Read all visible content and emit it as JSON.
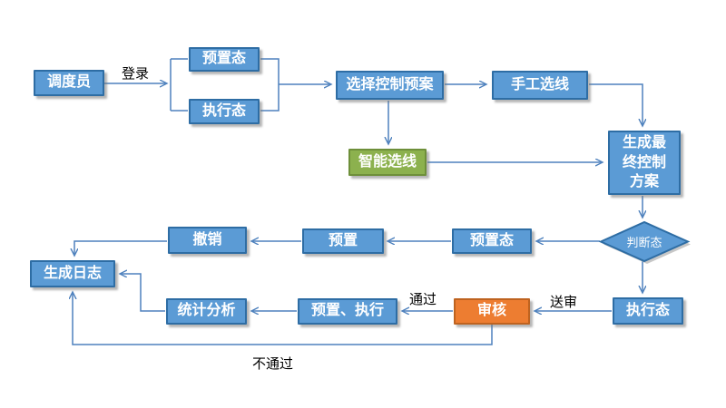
{
  "diagram": {
    "background": "#ffffff",
    "colors": {
      "node_fill": "#5B9BD5",
      "node_border": "#2E6DA4",
      "green_fill": "#8CB14E",
      "green_border": "#6E8F3A",
      "orange_fill": "#ED7D31",
      "orange_border": "#BE6320",
      "connector": "#4E81BD",
      "node_text": "#ffffff",
      "edge_label_text": "#000000"
    },
    "nodes": {
      "dispatcher": {
        "label": "调度员"
      },
      "preset_state_top": {
        "label": "预置态"
      },
      "exec_state_top": {
        "label": "执行态"
      },
      "select_control_plan": {
        "label": "选择控制预案"
      },
      "manual_line_selection": {
        "label": "手工选线"
      },
      "smart_line_selection": {
        "label": "智能选线"
      },
      "final_control_plan": {
        "label": "生成最终控制方案",
        "lines": [
          "生成最",
          "终控制",
          "方案"
        ]
      },
      "judge_state": {
        "label": "判断态"
      },
      "preset_state_mid": {
        "label": "预置态"
      },
      "preset": {
        "label": "预置"
      },
      "undo": {
        "label": "撤销"
      },
      "generate_log": {
        "label": "生成日志"
      },
      "exec_state_bottom": {
        "label": "执行态"
      },
      "review": {
        "label": "审核"
      },
      "preset_execute": {
        "label": "预置、执行"
      },
      "stats_analysis": {
        "label": "统计分析"
      }
    },
    "edge_labels": {
      "login": "登录",
      "pass": "通过",
      "submit_review": "送审",
      "fail": "不通过"
    }
  }
}
